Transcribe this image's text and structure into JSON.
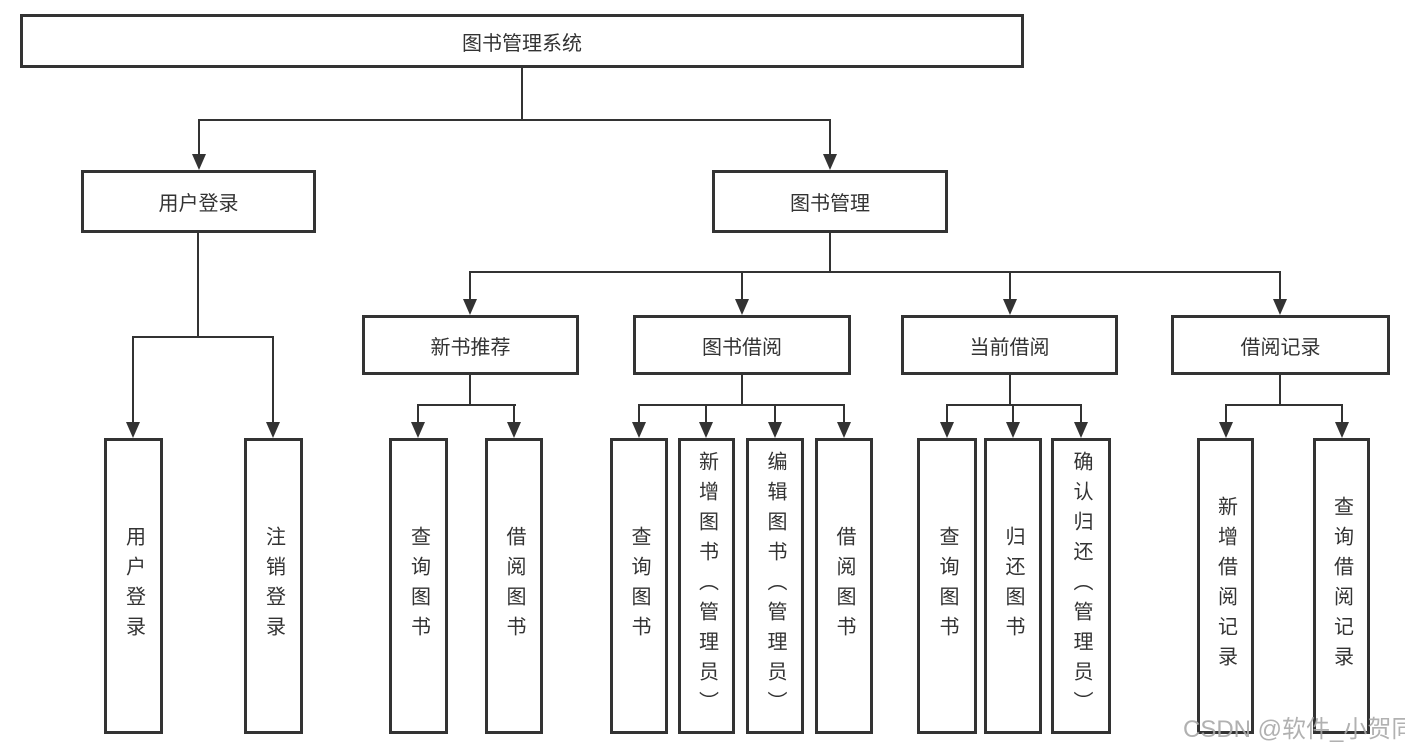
{
  "diagram": {
    "root": {
      "label": "图书管理系统"
    },
    "level2": [
      {
        "label": "用户登录"
      },
      {
        "label": "图书管理"
      }
    ],
    "level3": [
      {
        "label": "新书推荐"
      },
      {
        "label": "图书借阅"
      },
      {
        "label": "当前借阅"
      },
      {
        "label": "借阅记录"
      }
    ],
    "leaves": {
      "login": [
        "用户登录",
        "注销登录"
      ],
      "new_book": [
        "查询图书",
        "借阅图书"
      ],
      "borrow": [
        "查询图书",
        "新增图书（管理员）",
        "编辑图书（管理员）",
        "借阅图书"
      ],
      "current": [
        "查询图书",
        "归还图书",
        "确认归还（管理员）"
      ],
      "records": [
        "新增借阅记录",
        "查询借阅记录"
      ]
    },
    "colors": {
      "line": "#333333",
      "text": "#333333",
      "background": "#ffffff",
      "watermark": "#a8a8a8"
    }
  },
  "watermark": {
    "text": "CSDN @软件_小贺同学"
  }
}
